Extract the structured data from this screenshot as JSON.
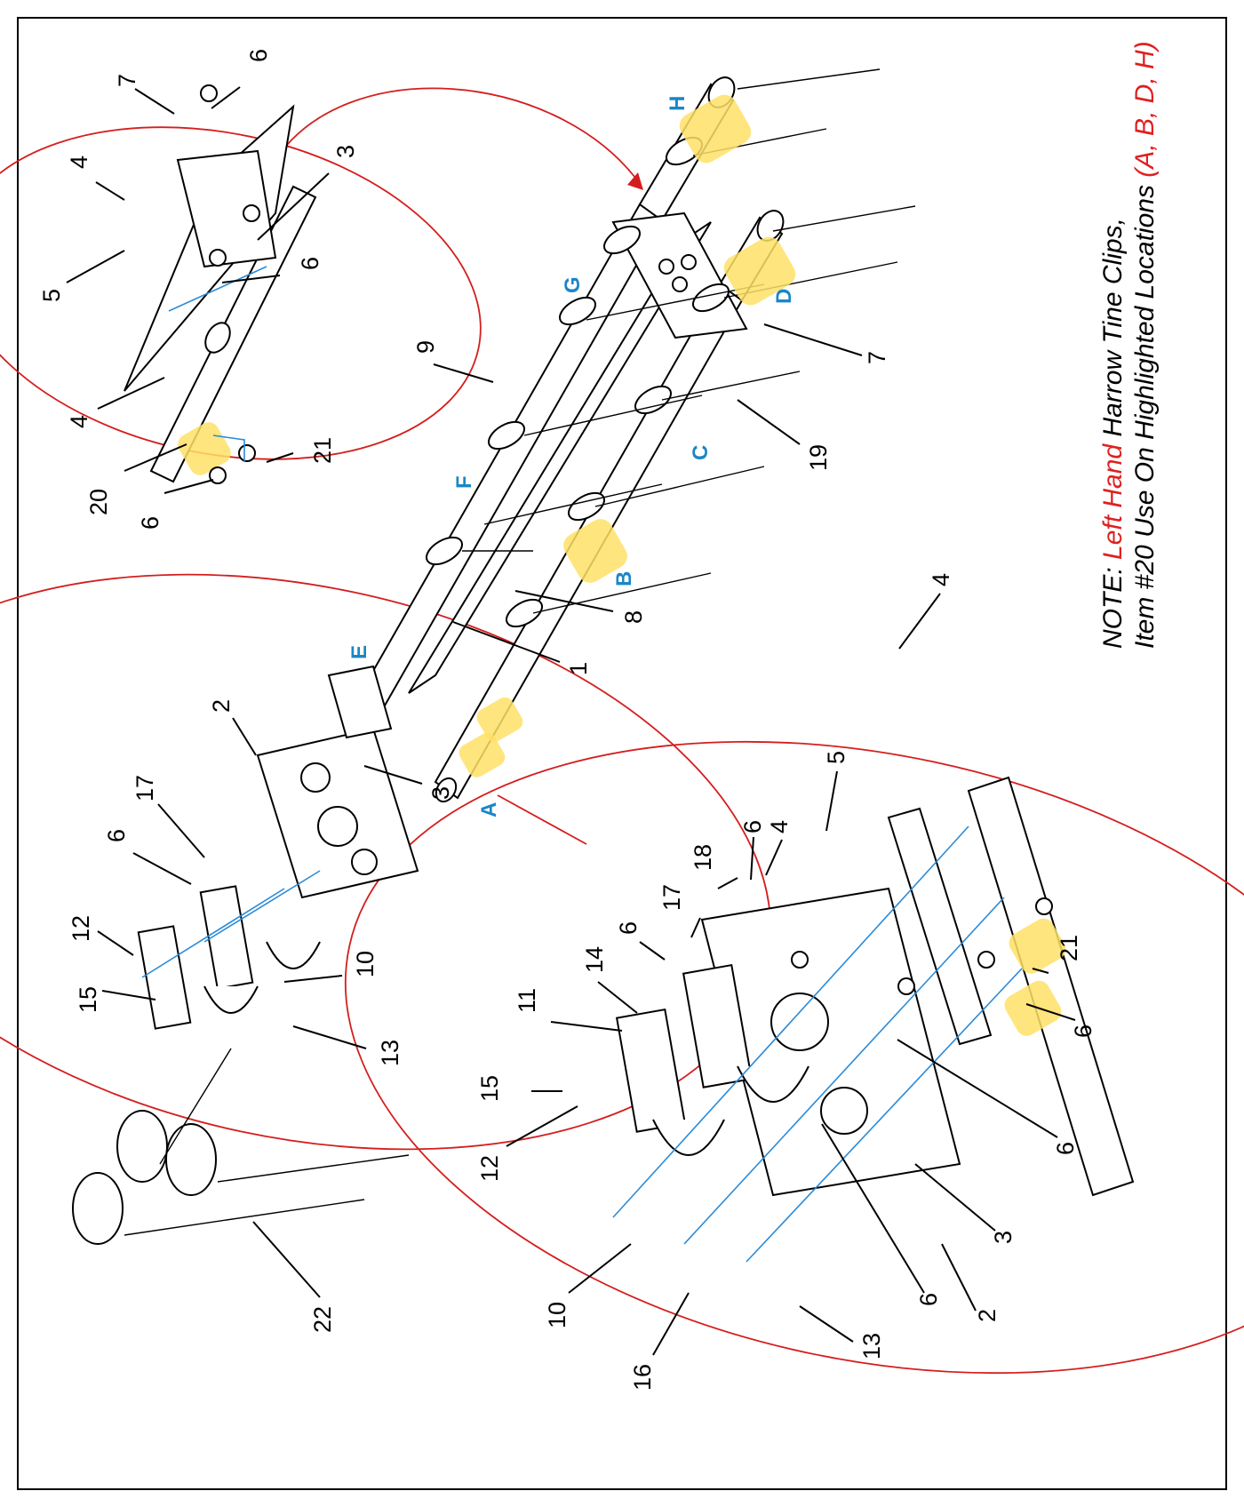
{
  "callouts": [
    {
      "id": "c-7-top",
      "text": "7"
    },
    {
      "id": "c-6-top",
      "text": "6"
    },
    {
      "id": "c-4-top",
      "text": "4"
    },
    {
      "id": "c-3-top",
      "text": "3"
    },
    {
      "id": "c-5-top",
      "text": "5"
    },
    {
      "id": "c-6-mid",
      "text": "6"
    },
    {
      "id": "c-4-left",
      "text": "4"
    },
    {
      "id": "c-20",
      "text": "20"
    },
    {
      "id": "c-21-top",
      "text": "21"
    },
    {
      "id": "c-6-left",
      "text": "6"
    },
    {
      "id": "c-9",
      "text": "9"
    },
    {
      "id": "c-7-right",
      "text": "7"
    },
    {
      "id": "c-19",
      "text": "19"
    },
    {
      "id": "c-8",
      "text": "8"
    },
    {
      "id": "c-1",
      "text": "1"
    },
    {
      "id": "c-2-mid",
      "text": "2"
    },
    {
      "id": "c-3-mid",
      "text": "3"
    },
    {
      "id": "c-17-mid",
      "text": "17"
    },
    {
      "id": "c-6-mid2",
      "text": "6"
    },
    {
      "id": "c-12-mid",
      "text": "12"
    },
    {
      "id": "c-15-mid",
      "text": "15"
    },
    {
      "id": "c-10-mid",
      "text": "10"
    },
    {
      "id": "c-13-mid",
      "text": "13"
    },
    {
      "id": "c-22",
      "text": "22"
    },
    {
      "id": "c-4-bot",
      "text": "4"
    },
    {
      "id": "c-5-bot",
      "text": "5"
    },
    {
      "id": "c-4-bot2",
      "text": "4"
    },
    {
      "id": "c-6-bot1",
      "text": "6"
    },
    {
      "id": "c-18",
      "text": "18"
    },
    {
      "id": "c-17-bot",
      "text": "17"
    },
    {
      "id": "c-6-bot2",
      "text": "6"
    },
    {
      "id": "c-14",
      "text": "14"
    },
    {
      "id": "c-11",
      "text": "11"
    },
    {
      "id": "c-15-bot",
      "text": "15"
    },
    {
      "id": "c-12-bot",
      "text": "12"
    },
    {
      "id": "c-10-bot",
      "text": "10"
    },
    {
      "id": "c-16",
      "text": "16"
    },
    {
      "id": "c-13-bot",
      "text": "13"
    },
    {
      "id": "c-6-bot3",
      "text": "6"
    },
    {
      "id": "c-2-bot",
      "text": "2"
    },
    {
      "id": "c-3-bot",
      "text": "3"
    },
    {
      "id": "c-6-bot4",
      "text": "6"
    },
    {
      "id": "c-21-bot",
      "text": "21"
    },
    {
      "id": "c-6-bot5",
      "text": "6"
    }
  ],
  "locations": [
    "A",
    "B",
    "C",
    "D",
    "E",
    "F",
    "G",
    "H"
  ],
  "note": {
    "prefix": "NOTE: ",
    "red_part": "Left Hand",
    "line1_rest": " Harrow Tine Clips,",
    "line2": "Item #20 Use On Highlighted Locations ",
    "line2_red": "(A, B, D, H)"
  },
  "colors": {
    "callout_circle": "#d41e1e",
    "location_label": "#1a86c8",
    "highlight": "#ffe066",
    "center_line": "#2a8bd8"
  }
}
